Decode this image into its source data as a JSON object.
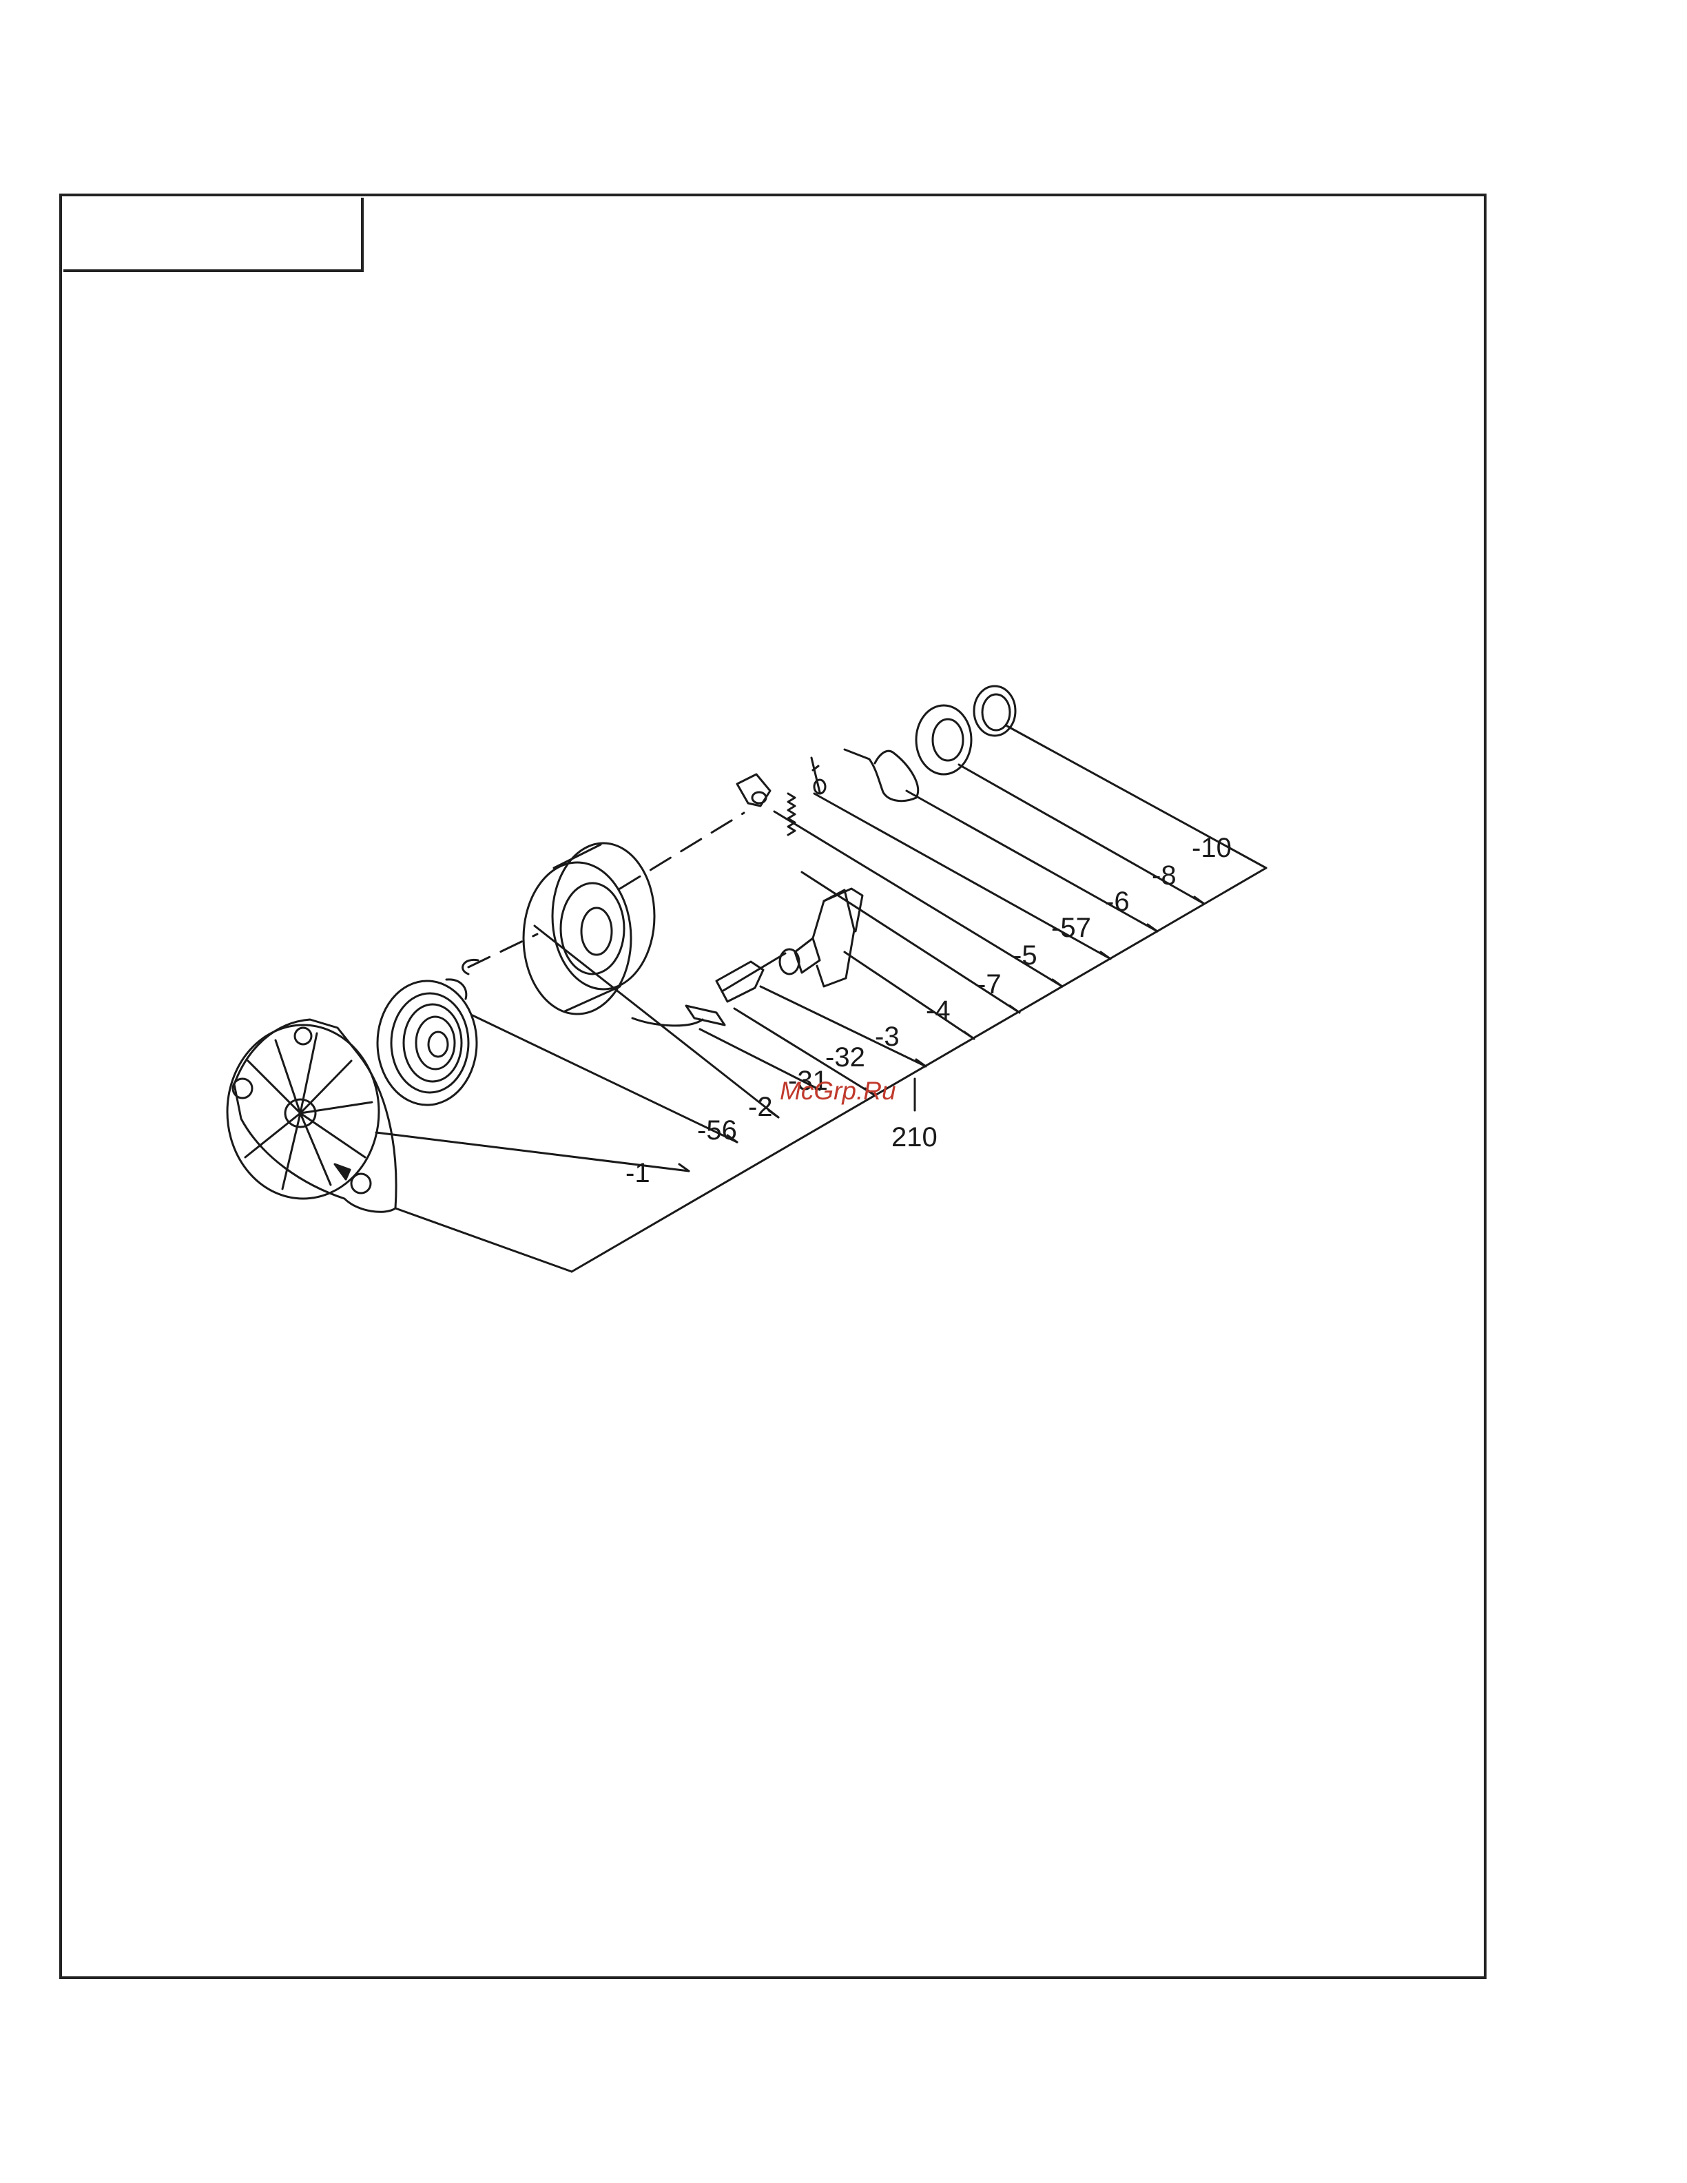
{
  "diagram": {
    "type": "exploded-parts-view",
    "assembly_number": "210",
    "callouts": [
      {
        "id": "p10",
        "label": "-10"
      },
      {
        "id": "p8",
        "label": "-8"
      },
      {
        "id": "p6",
        "label": "-6"
      },
      {
        "id": "p57",
        "label": "-57"
      },
      {
        "id": "p5",
        "label": "-5"
      },
      {
        "id": "p7",
        "label": "-7"
      },
      {
        "id": "p4",
        "label": "-4"
      },
      {
        "id": "p3",
        "label": "-3"
      },
      {
        "id": "p32",
        "label": "-32"
      },
      {
        "id": "p31",
        "label": "-31"
      },
      {
        "id": "p2",
        "label": "-2"
      },
      {
        "id": "p56",
        "label": "-56"
      },
      {
        "id": "p1",
        "label": "-1"
      }
    ]
  },
  "watermark": {
    "text": "McGrp.Ru",
    "color": "#c0392b"
  },
  "colors": {
    "line": "#1a1a1a",
    "background": "#ffffff"
  }
}
